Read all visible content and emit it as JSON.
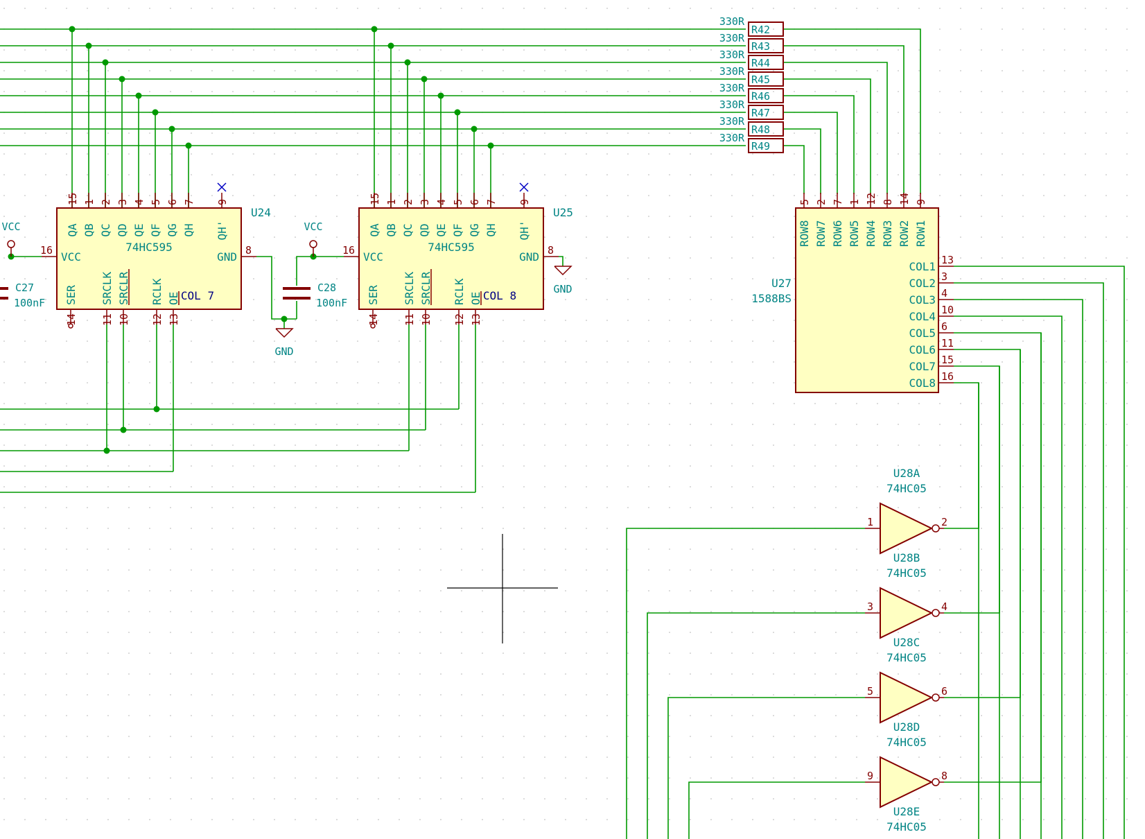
{
  "schematic": {
    "u24": {
      "ref": "U24",
      "value": "74HC595",
      "col_label": "COL 7",
      "top_pins": [
        {
          "num": "15",
          "name": "QA"
        },
        {
          "num": "1",
          "name": "QB"
        },
        {
          "num": "2",
          "name": "QC"
        },
        {
          "num": "3",
          "name": "QD"
        },
        {
          "num": "4",
          "name": "QE"
        },
        {
          "num": "5",
          "name": "QF"
        },
        {
          "num": "6",
          "name": "QG"
        },
        {
          "num": "7",
          "name": "QH"
        },
        {
          "num": "9",
          "name": "QH'"
        }
      ],
      "bottom_pins": [
        {
          "num": "14",
          "name": "SER"
        },
        {
          "num": "11",
          "name": "SRCLK"
        },
        {
          "num": "10",
          "name": "SRCLR"
        },
        {
          "num": "12",
          "name": "RCLK"
        },
        {
          "num": "13",
          "name": "OE"
        }
      ],
      "vcc_pin": {
        "num": "16",
        "name": "VCC"
      },
      "gnd_pin": {
        "num": "8",
        "name": "GND"
      }
    },
    "u25": {
      "ref": "U25",
      "value": "74HC595",
      "col_label": "COL 8",
      "top_pins": [
        {
          "num": "15",
          "name": "QA"
        },
        {
          "num": "1",
          "name": "QB"
        },
        {
          "num": "2",
          "name": "QC"
        },
        {
          "num": "3",
          "name": "QD"
        },
        {
          "num": "4",
          "name": "QE"
        },
        {
          "num": "5",
          "name": "QF"
        },
        {
          "num": "6",
          "name": "QG"
        },
        {
          "num": "7",
          "name": "QH"
        },
        {
          "num": "9",
          "name": "QH'"
        }
      ],
      "bottom_pins": [
        {
          "num": "14",
          "name": "SER"
        },
        {
          "num": "11",
          "name": "SRCLK"
        },
        {
          "num": "10",
          "name": "SRCLR"
        },
        {
          "num": "12",
          "name": "RCLK"
        },
        {
          "num": "13",
          "name": "OE"
        }
      ],
      "vcc_pin": {
        "num": "16",
        "name": "VCC"
      },
      "gnd_pin": {
        "num": "8",
        "name": "GND"
      }
    },
    "c27": {
      "ref": "C27",
      "value": "100nF"
    },
    "c28": {
      "ref": "C28",
      "value": "100nF"
    },
    "power": {
      "vcc": "VCC",
      "gnd": "GND"
    },
    "resistors": [
      {
        "ref": "R42",
        "value": "330R"
      },
      {
        "ref": "R43",
        "value": "330R"
      },
      {
        "ref": "R44",
        "value": "330R"
      },
      {
        "ref": "R45",
        "value": "330R"
      },
      {
        "ref": "R46",
        "value": "330R"
      },
      {
        "ref": "R47",
        "value": "330R"
      },
      {
        "ref": "R48",
        "value": "330R"
      },
      {
        "ref": "R49",
        "value": "330R"
      }
    ],
    "u27": {
      "ref": "U27",
      "value": "1588BS",
      "row_pins": [
        {
          "num": "5",
          "name": "ROW8"
        },
        {
          "num": "2",
          "name": "ROW7"
        },
        {
          "num": "7",
          "name": "ROW6"
        },
        {
          "num": "1",
          "name": "ROW5"
        },
        {
          "num": "12",
          "name": "ROW4"
        },
        {
          "num": "8",
          "name": "ROW3"
        },
        {
          "num": "14",
          "name": "ROW2"
        },
        {
          "num": "9",
          "name": "ROW1"
        }
      ],
      "col_pins": [
        {
          "num": "13",
          "name": "COL1"
        },
        {
          "num": "3",
          "name": "COL2"
        },
        {
          "num": "4",
          "name": "COL3"
        },
        {
          "num": "10",
          "name": "COL4"
        },
        {
          "num": "6",
          "name": "COL5"
        },
        {
          "num": "11",
          "name": "COL6"
        },
        {
          "num": "15",
          "name": "COL7"
        },
        {
          "num": "16",
          "name": "COL8"
        }
      ]
    },
    "inverters": [
      {
        "ref": "U28A",
        "value": "74HC05",
        "in": "1",
        "out": "2"
      },
      {
        "ref": "U28B",
        "value": "74HC05",
        "in": "3",
        "out": "4"
      },
      {
        "ref": "U28C",
        "value": "74HC05",
        "in": "5",
        "out": "6"
      },
      {
        "ref": "U28D",
        "value": "74HC05",
        "in": "9",
        "out": "8"
      },
      {
        "ref": "U28E",
        "value": "74HC05"
      }
    ]
  }
}
